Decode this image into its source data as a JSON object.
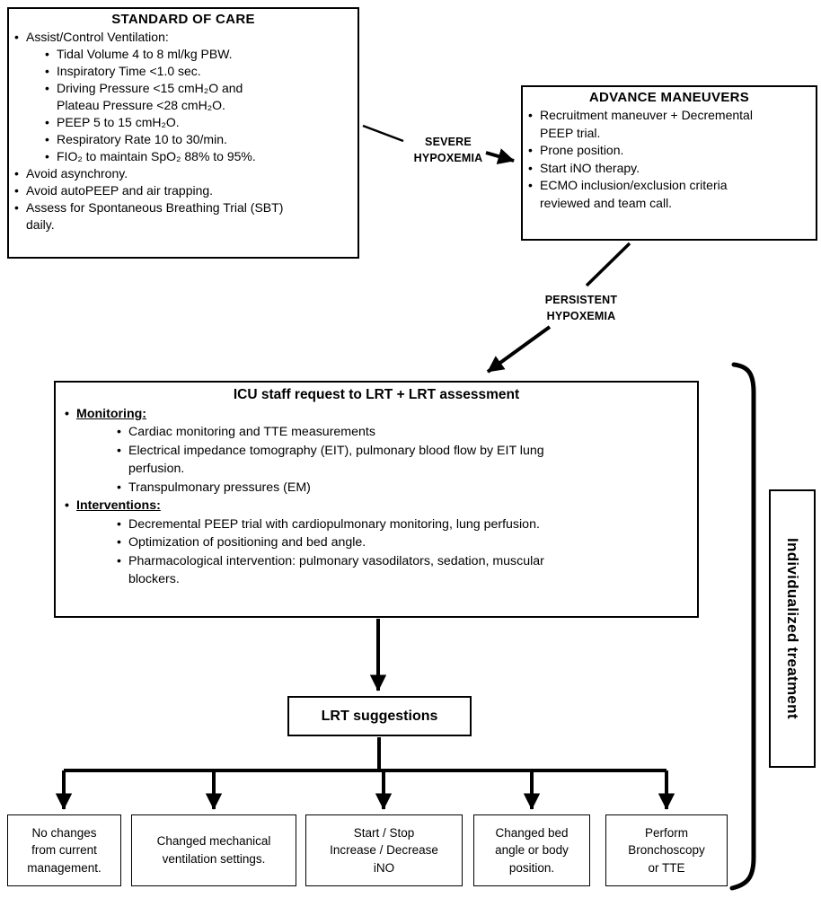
{
  "standard_of_care": {
    "title": "STANDARD OF CARE",
    "items": [
      {
        "level": 1,
        "text": "Assist/Control Ventilation:"
      },
      {
        "level": 2,
        "text": "Tidal Volume 4 to 8 ml/kg PBW."
      },
      {
        "level": 2,
        "text": "Inspiratory Time <1.0 sec."
      },
      {
        "level": 2,
        "text": "Driving Pressure <15 cmH₂O and\nPlateau Pressure <28 cmH₂O."
      },
      {
        "level": 2,
        "text": "PEEP 5 to 15 cmH₂O."
      },
      {
        "level": 2,
        "text": "Respiratory Rate 10 to 30/min."
      },
      {
        "level": 2,
        "text": "FIO₂ to maintain SpO₂ 88% to 95%."
      },
      {
        "level": 1,
        "text": "Avoid asynchrony."
      },
      {
        "level": 1,
        "text": "Avoid autoPEEP and air trapping."
      },
      {
        "level": 1,
        "text": "Assess for Spontaneous Breathing Trial (SBT)\ndaily."
      }
    ]
  },
  "advance_maneuvers": {
    "title": "ADVANCE MANEUVERS",
    "items": [
      {
        "level": 1,
        "text": "Recruitment maneuver + Decremental\nPEEP trial."
      },
      {
        "level": 1,
        "text": "Prone position."
      },
      {
        "level": 1,
        "text": "Start iNO therapy."
      },
      {
        "level": 1,
        "text": "ECMO inclusion/exclusion criteria\nreviewed and team call."
      }
    ]
  },
  "connectors": {
    "severe_hypoxemia": "SEVERE\nHYPOXEMIA",
    "persistent_hypoxemia": "PERSISTENT\nHYPOXEMIA"
  },
  "icu_assessment": {
    "title": "ICU staff request to LRT + LRT assessment",
    "items": [
      {
        "level": 1,
        "text": "Monitoring:",
        "bold": true,
        "underline": true
      },
      {
        "level": 2,
        "text": "Cardiac monitoring and TTE measurements"
      },
      {
        "level": 2,
        "text": "Electrical impedance tomography (EIT), pulmonary blood flow by EIT lung\nperfusion."
      },
      {
        "level": 2,
        "text": "Transpulmonary pressures (EM)"
      },
      {
        "level": 1,
        "text": "Interventions:",
        "bold": true,
        "underline": true
      },
      {
        "level": 2,
        "text": "Decremental PEEP trial with cardiopulmonary monitoring, lung perfusion."
      },
      {
        "level": 2,
        "text": "Optimization of positioning and bed angle."
      },
      {
        "level": 2,
        "text": "Pharmacological intervention: pulmonary vasodilators, sedation, muscular\nblockers."
      }
    ]
  },
  "lrt_suggestions": {
    "title": "LRT suggestions"
  },
  "outcomes": [
    {
      "text": "No changes\nfrom current\nmanagement."
    },
    {
      "text": "Changed mechanical\nventilation settings."
    },
    {
      "text": "Start / Stop\nIncrease / Decrease\niNO"
    },
    {
      "text": "Changed bed\nangle or body\nposition."
    },
    {
      "text": "Perform\nBronchoscopy\nor TTE"
    }
  ],
  "side_label": {
    "text": "Individualized treatment"
  },
  "colors": {
    "line": "#000000",
    "background": "#ffffff"
  }
}
